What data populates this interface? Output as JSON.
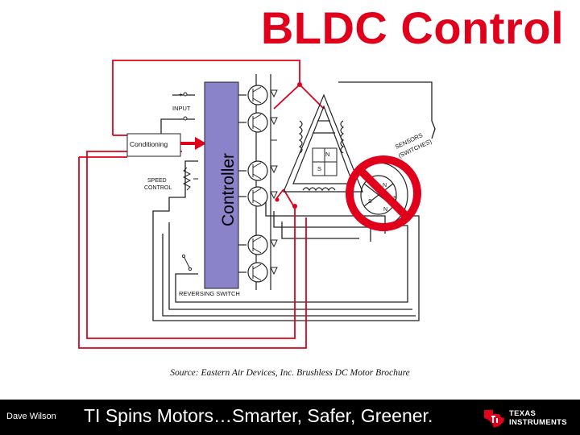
{
  "title": "BLDC Control",
  "labels": {
    "controller": "Controller",
    "conditioning": "Conditioning",
    "input_plus": "+",
    "input_minus": "-",
    "input": "INPUT",
    "speed_control_line1": "SPEED",
    "speed_control_line2": "CONTROL",
    "reversing_switch": "REVERSING SWITCH",
    "sensors_line1": "SENSORS",
    "sensors_line2": "(SWITCHES)",
    "pole_n": "N",
    "pole_s": "S"
  },
  "source": "Source: Eastern Air Devices, Inc. Brushless DC Motor Brochure",
  "footer": {
    "author": "Dave Wilson",
    "tagline": "TI Spins Motors…Smarter, Safer, Greener.",
    "logo_line1": "TEXAS",
    "logo_line2": "INSTRUMENTS"
  },
  "colors": {
    "title": "#e0001b",
    "controller_fill": "#8a83c9",
    "wire_red": "#e0001b",
    "prohibition": "#e0001b",
    "footer_bg": "#000000"
  }
}
